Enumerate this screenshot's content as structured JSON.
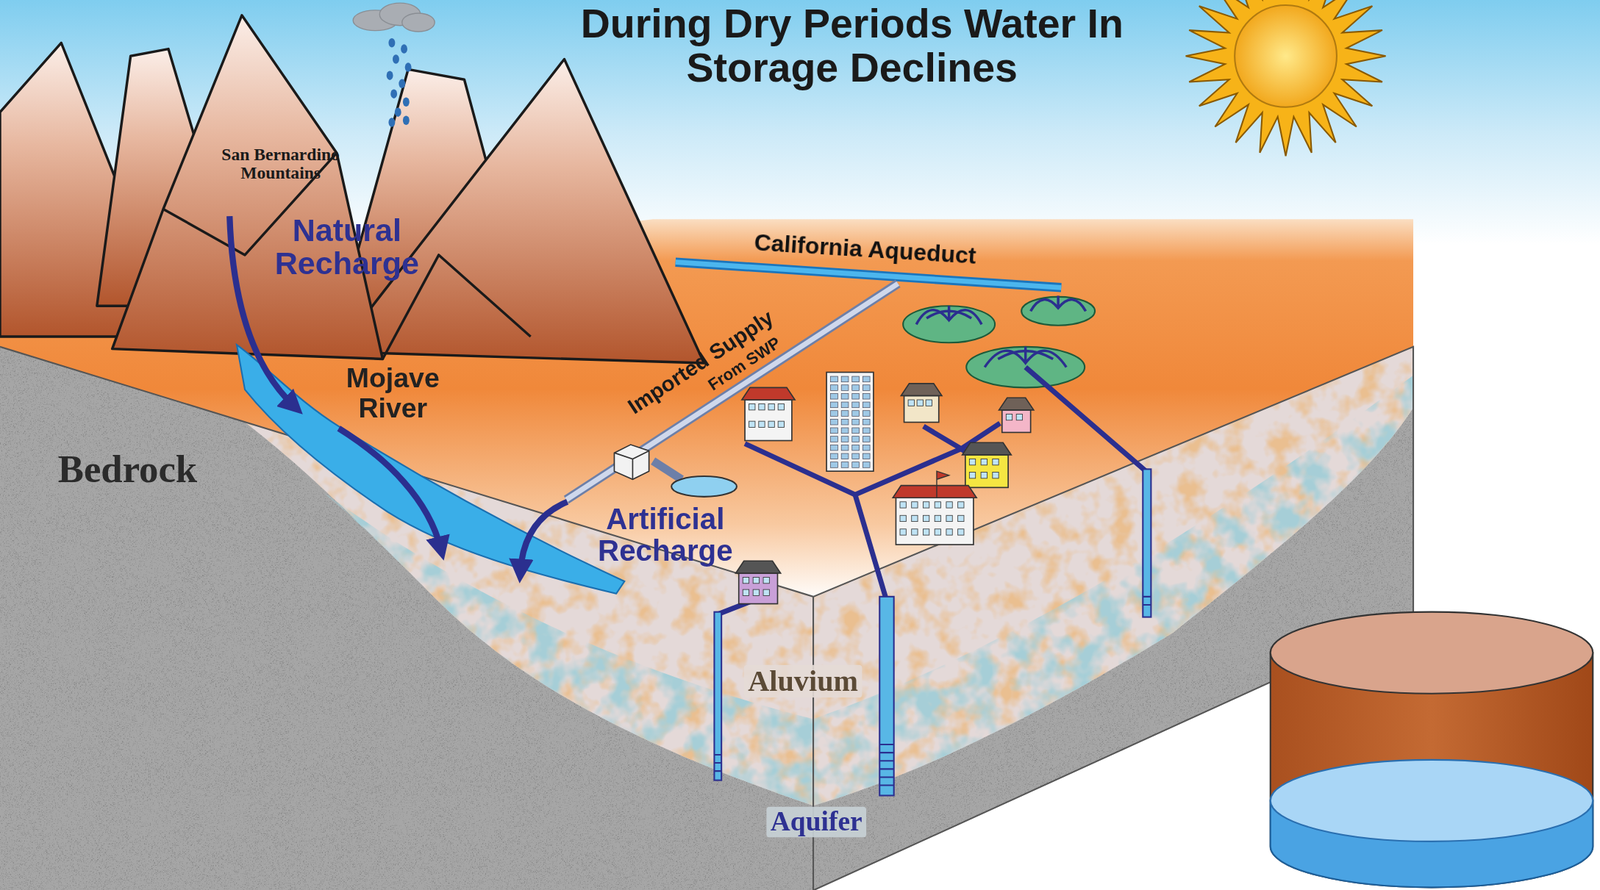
{
  "diagram": {
    "title": "During Dry Periods Water In Storage Declines",
    "labels": [
      "San Bernardino Mountains",
      "Natural Recharge",
      "Mojave River",
      "Bedrock",
      "California Aqueduct",
      "Imported Supply",
      "From SWP",
      "Artificial Recharge",
      "Aluvium",
      "Aquifer"
    ]
  }
}
